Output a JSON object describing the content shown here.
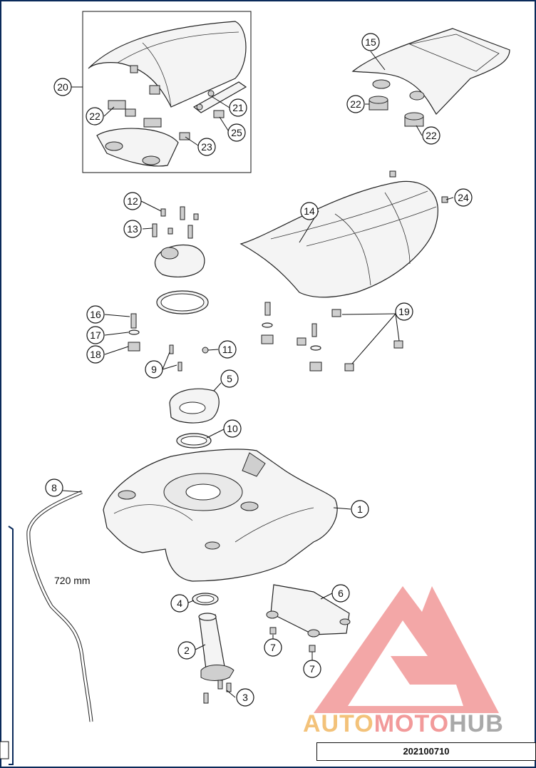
{
  "diagram": {
    "callouts": [
      {
        "id": "c1",
        "label": "1"
      },
      {
        "id": "c2",
        "label": "2"
      },
      {
        "id": "c3",
        "label": "3"
      },
      {
        "id": "c4",
        "label": "4"
      },
      {
        "id": "c5",
        "label": "5"
      },
      {
        "id": "c6",
        "label": "6"
      },
      {
        "id": "c7a",
        "label": "7"
      },
      {
        "id": "c7b",
        "label": "7"
      },
      {
        "id": "c8",
        "label": "8"
      },
      {
        "id": "c9",
        "label": "9"
      },
      {
        "id": "c10",
        "label": "10"
      },
      {
        "id": "c11",
        "label": "11"
      },
      {
        "id": "c12",
        "label": "12"
      },
      {
        "id": "c13",
        "label": "13"
      },
      {
        "id": "c14",
        "label": "14"
      },
      {
        "id": "c15",
        "label": "15"
      },
      {
        "id": "c16",
        "label": "16"
      },
      {
        "id": "c17",
        "label": "17"
      },
      {
        "id": "c18",
        "label": "18"
      },
      {
        "id": "c19",
        "label": "19"
      },
      {
        "id": "c20",
        "label": "20"
      },
      {
        "id": "c21",
        "label": "21"
      },
      {
        "id": "c22a",
        "label": "22"
      },
      {
        "id": "c22b",
        "label": "22"
      },
      {
        "id": "c22c",
        "label": "22"
      },
      {
        "id": "c23",
        "label": "23"
      },
      {
        "id": "c24",
        "label": "24"
      },
      {
        "id": "c25",
        "label": "25"
      }
    ],
    "hose_length_label": "720 mm",
    "drawing_number": "202100710"
  },
  "watermark": {
    "part1": "AUTO",
    "part2": "MOTO",
    "part3": "HUB",
    "colors": {
      "auto": "#f3c27a",
      "moto": "#f29a9a",
      "hub": "#a9a9a9",
      "triangle": "#f08a8a"
    }
  }
}
